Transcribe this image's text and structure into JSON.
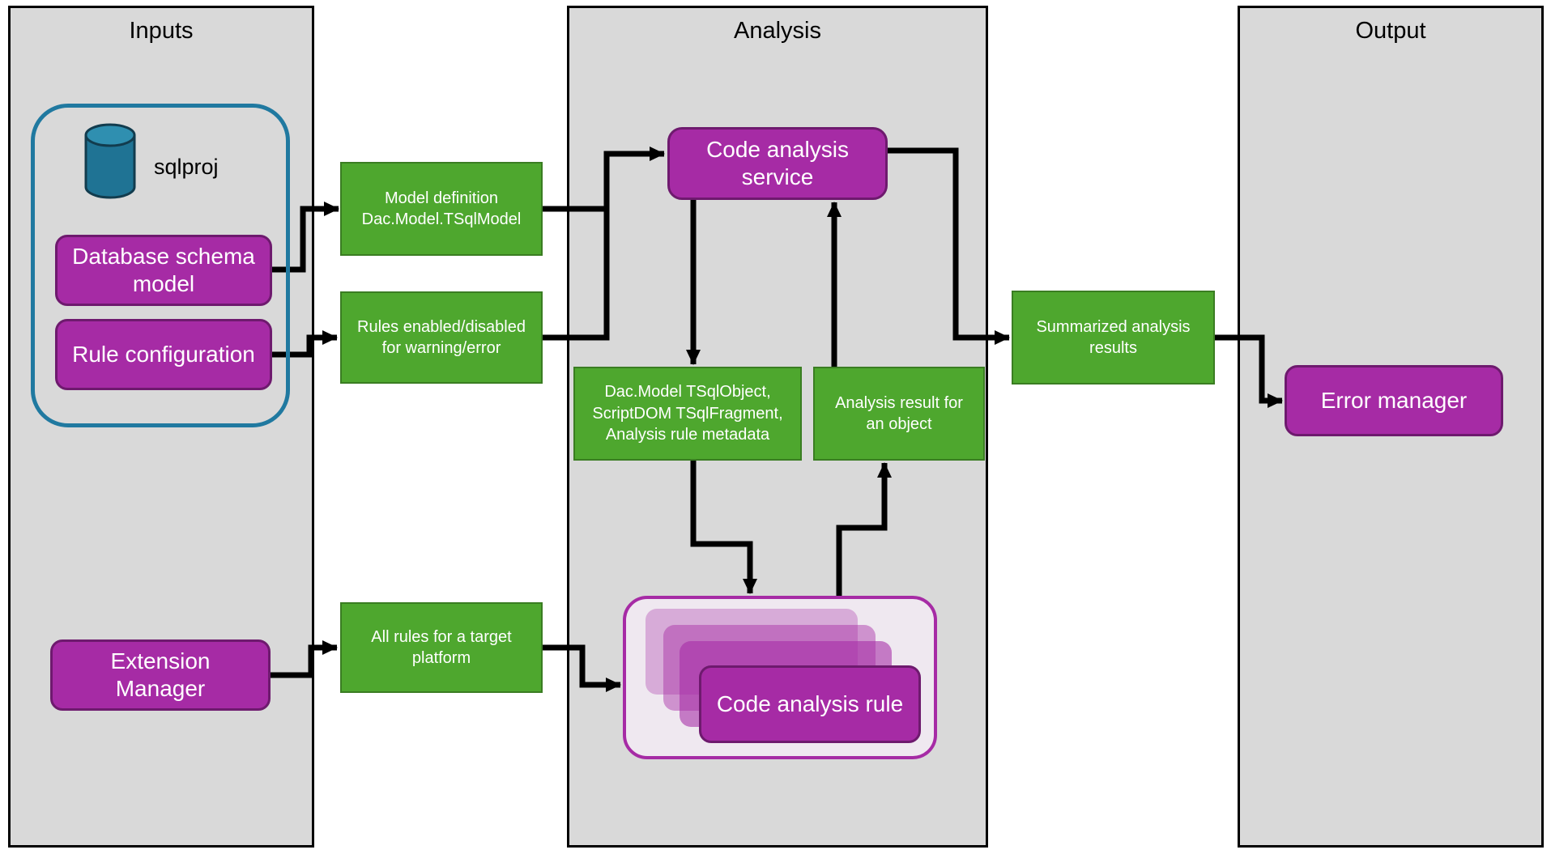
{
  "colors": {
    "panel-bg": "#d9d9d9",
    "panel-border": "#000000",
    "purple-fill": "#a62ba5",
    "purple-border": "#6e1a6e",
    "green-fill": "#4ea72e",
    "green-border": "#3a7d22",
    "teal-border": "#2079a0",
    "cylinder-body": "#1f7394",
    "cylinder-top": "#2f8fb0",
    "cylinder-stroke": "#123c4e",
    "rule-container-bg": "#efe8f0",
    "rule-container-border": "#a62ba5",
    "arrow": "#000000"
  },
  "panels": {
    "inputs": {
      "title": "Inputs"
    },
    "analysis": {
      "title": "Analysis"
    },
    "output": {
      "title": "Output"
    }
  },
  "nodes": {
    "sqlproj": "sqlproj",
    "database_schema_model": "Database schema model",
    "rule_configuration": "Rule configuration",
    "extension_manager": "Extension Manager",
    "model_definition": "Model definition Dac.Model.TSqlModel",
    "rules_enabled": "Rules enabled/disabled for warning/error",
    "all_rules": "All rules for a target platform",
    "code_analysis_service": "Code analysis service",
    "dac_model_objects": "Dac.Model TSqlObject, ScriptDOM TSqlFragment, Analysis rule metadata",
    "analysis_result": "Analysis result for an object",
    "code_analysis_rule": "Code analysis rule",
    "summarized_results": "Summarized analysis results",
    "error_manager": "Error manager"
  }
}
